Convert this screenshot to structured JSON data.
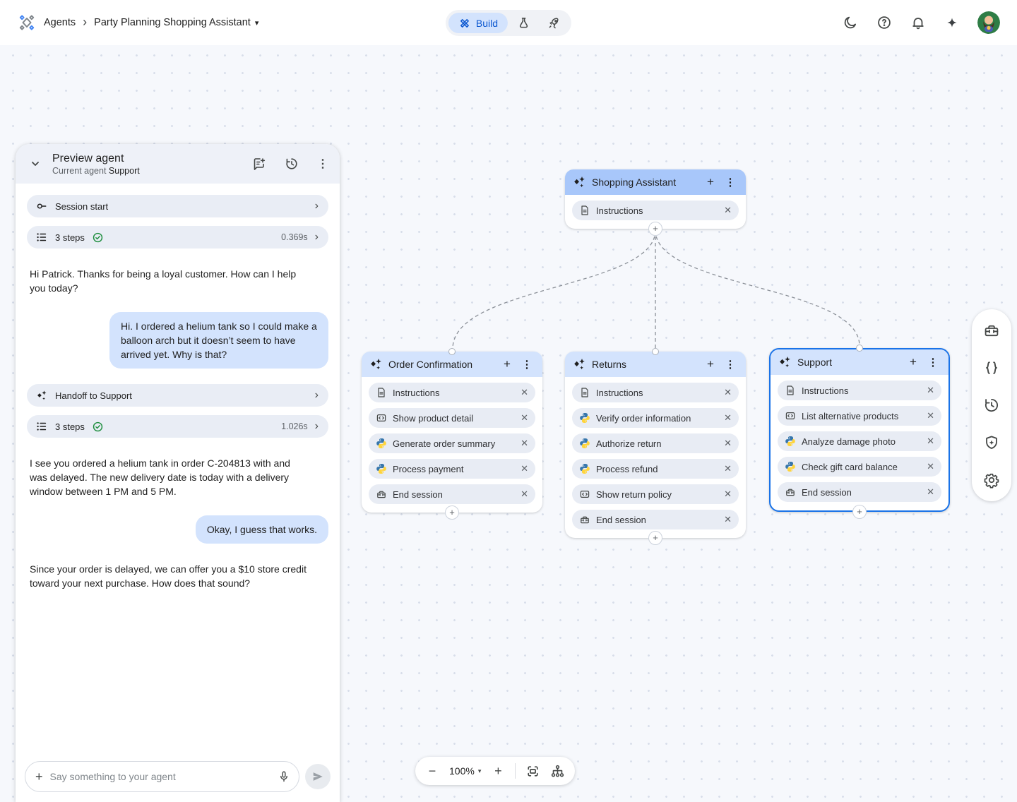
{
  "icons": {
    "crumb_separator": "›",
    "caret_down": "▾",
    "plus": "+",
    "minus": "−",
    "kebab": "⋮",
    "close": "✕",
    "chevron_right": "›"
  },
  "header": {
    "breadcrumb_root": "Agents",
    "breadcrumb_current": "Party Planning Shopping Assistant",
    "build_tab_label": "Build"
  },
  "preview_panel": {
    "title": "Preview agent",
    "subtitle_label": "Current agent",
    "subtitle_value": "Support",
    "events": {
      "session_start": {
        "label": "Session start"
      },
      "steps1": {
        "label": "3 steps",
        "duration": "0.369s"
      },
      "handoff": {
        "label": "Handoff to Support"
      },
      "steps2": {
        "label": "3 steps",
        "duration": "1.026s"
      }
    },
    "messages": {
      "agent1": "Hi Patrick. Thanks for being a loyal customer. How can I help you today?",
      "user1": "Hi. I ordered a helium tank so I could make a balloon arch but it doesn’t seem to have arrived yet. Why is that?",
      "agent2": "I see you ordered a helium tank in order C-204813 with and was delayed. The new delivery date is today with a delivery window between 1 PM and 5 PM.",
      "user2": "Okay, I guess that works.",
      "agent3": "Since your order is delayed, we can offer you a $10 store credit toward your next purchase. How does that sound?"
    },
    "composer": {
      "placeholder": "Say something to your agent"
    }
  },
  "canvas": {
    "root_node": {
      "title": "Shopping Assistant",
      "items": [
        {
          "label": "Instructions",
          "icon": "document"
        }
      ]
    },
    "nodes": [
      {
        "title": "Order Confirmation",
        "items": [
          {
            "label": "Instructions",
            "icon": "document"
          },
          {
            "label": "Show product detail",
            "icon": "code-tool"
          },
          {
            "label": "Generate order summary",
            "icon": "python"
          },
          {
            "label": "Process payment",
            "icon": "python"
          },
          {
            "label": "End session",
            "icon": "toolbox"
          }
        ]
      },
      {
        "title": "Returns",
        "items": [
          {
            "label": "Instructions",
            "icon": "document"
          },
          {
            "label": "Verify order information",
            "icon": "python"
          },
          {
            "label": "Authorize return",
            "icon": "python"
          },
          {
            "label": "Process refund",
            "icon": "python"
          },
          {
            "label": "Show return policy",
            "icon": "code-tool"
          },
          {
            "label": "End session",
            "icon": "toolbox"
          }
        ]
      },
      {
        "title": "Support",
        "items": [
          {
            "label": "Instructions",
            "icon": "document"
          },
          {
            "label": "List alternative products",
            "icon": "code-tool"
          },
          {
            "label": "Analyze damage photo",
            "icon": "python"
          },
          {
            "label": "Check gift card balance",
            "icon": "python"
          },
          {
            "label": "End session",
            "icon": "toolbox"
          }
        ]
      }
    ]
  },
  "zoom_toolbar": {
    "zoom_level": "100%"
  },
  "colors": {
    "accent_blue": "#0b57d0",
    "selected_border": "#1a73e8",
    "root_header": "#a8c7fa",
    "child_header": "#d3e3fd",
    "user_bubble": "#d3e3fd",
    "pill_gray": "#e8ecf4",
    "success_green": "#1e8e3e",
    "canvas_bg": "#f6f8fc"
  }
}
